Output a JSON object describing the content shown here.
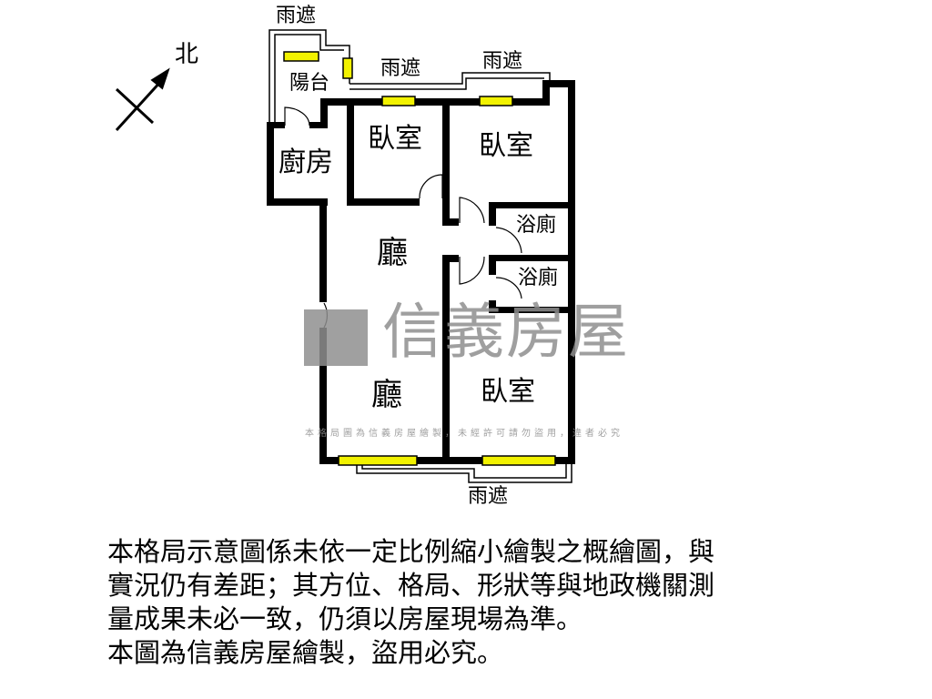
{
  "compass": {
    "label": "北"
  },
  "rooms": {
    "canopy_top_left": "雨遮",
    "canopy_top_mid": "雨遮",
    "canopy_top_right": "雨遮",
    "canopy_bottom": "雨遮",
    "balcony": "陽台",
    "kitchen": "廚房",
    "bedroom_1": "臥室",
    "bedroom_2": "臥室",
    "bedroom_3": "臥室",
    "bathroom_1": "浴廁",
    "bathroom_2": "浴廁",
    "living_1": "廳",
    "living_2": "廳"
  },
  "watermark": {
    "title": "信義房屋",
    "subtitle": "本格局圖為信義房屋繪製，未經許可請勿盜用，違者必究"
  },
  "note": {
    "lines": [
      "本格局示意圖係未依一定比例縮小繪製之概繪圖，與",
      "實況仍有差距；其方位、格局、形狀等與地政機關測",
      "量成果未必一致，仍須以房屋現場為準。",
      "本圖為信義房屋繪製，盜用必究。"
    ]
  },
  "colors": {
    "wall": "#000000",
    "window": "#f2f200",
    "watermark": "#8f8f8f"
  }
}
